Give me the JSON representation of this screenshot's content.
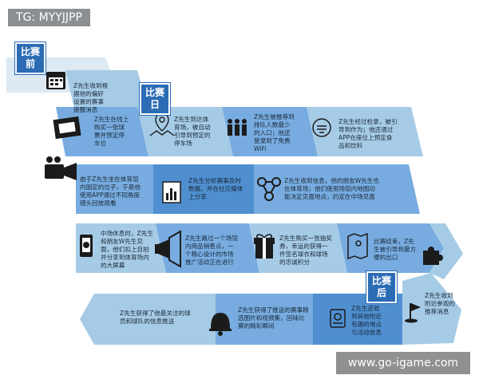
{
  "watermark_top": "TG: MYYJJPP",
  "watermark_bottom": "www.go-igame.com",
  "stages": {
    "before": "比赛\n前",
    "day": "比赛\n日",
    "after": "比赛\n后"
  },
  "steps": {
    "s1": "Z先生收到根\n据他的偏好\n设置的赛事\n提醒消息",
    "s2": "Z先生在线上\n购买一张球\n票并预定停\n车位",
    "s3": "Z先生到达体\n育场，被自动\n引导到预定的\n停车场",
    "s4": "Z先生被推荐到\n排队人数最少\n的入口；他还\n登录到了免费\nWiFi",
    "s5": "Z先生经过检录，被引\n导到作为；他还通过\nAPP在座位上预定食\n品和饮料",
    "s6": "由于Z先生坐在体育馆\n内固定的位子，于是他\n使用APP通过不同角度\n镜头回放观看",
    "s7": "Z先生分析赛事及时\n数据，并在社交媒体\n上分享",
    "s8": "Z先生收到信息，他的朋友W先生也\n在体育场；他们使用场馆内地图功\n能决定见面地点，约定在中场见面",
    "s9": "中场休息时，Z先生\n和朋友W先生见\n面，他们扣上自拍\n并分享到体育场内\n的大屏幕",
    "s10": "Z先生路过一个场馆\n内商品销售点，一\n个精心设计的市场\n推广活动正在进行",
    "s11": "Z先生购买一张抽奖\n券，幸运的获得一\n件签名球衣和球场\n的忠诚积分",
    "s12": "比赛结束，Z先\n生被引导到最方\n便的出口",
    "s13": "Z先生收到\n附近参观的\n推荐消息",
    "s14": "Z先生还收\n到其他附近\n有趣的地点\n与活动信息",
    "s15": "Z先生获得了推送的赛事精\n选图片和视频集，回味比\n赛的精彩瞬间",
    "s16": "Z先生获得了他最关注的球\n员和球队的信息推送"
  },
  "icons": [
    "calendar-icon",
    "ticket-icon",
    "location-pin-icon",
    "people-icon",
    "security-check-icon",
    "video-camera-icon",
    "bar-chart-icon",
    "network-icon",
    "mobile-settings-icon",
    "megaphone-icon",
    "gift-icon",
    "exit-map-icon",
    "puzzle-icon",
    "flag-icon",
    "sports-document-icon",
    "bell-icon"
  ],
  "colors": {
    "light_band": "#a6cbe6",
    "mid_band": "#78ace0",
    "dark_band": "#4f8fd0",
    "stage": "#2b6cb5",
    "icon": "#1b1b1b",
    "watermark": "#8a8f94"
  }
}
